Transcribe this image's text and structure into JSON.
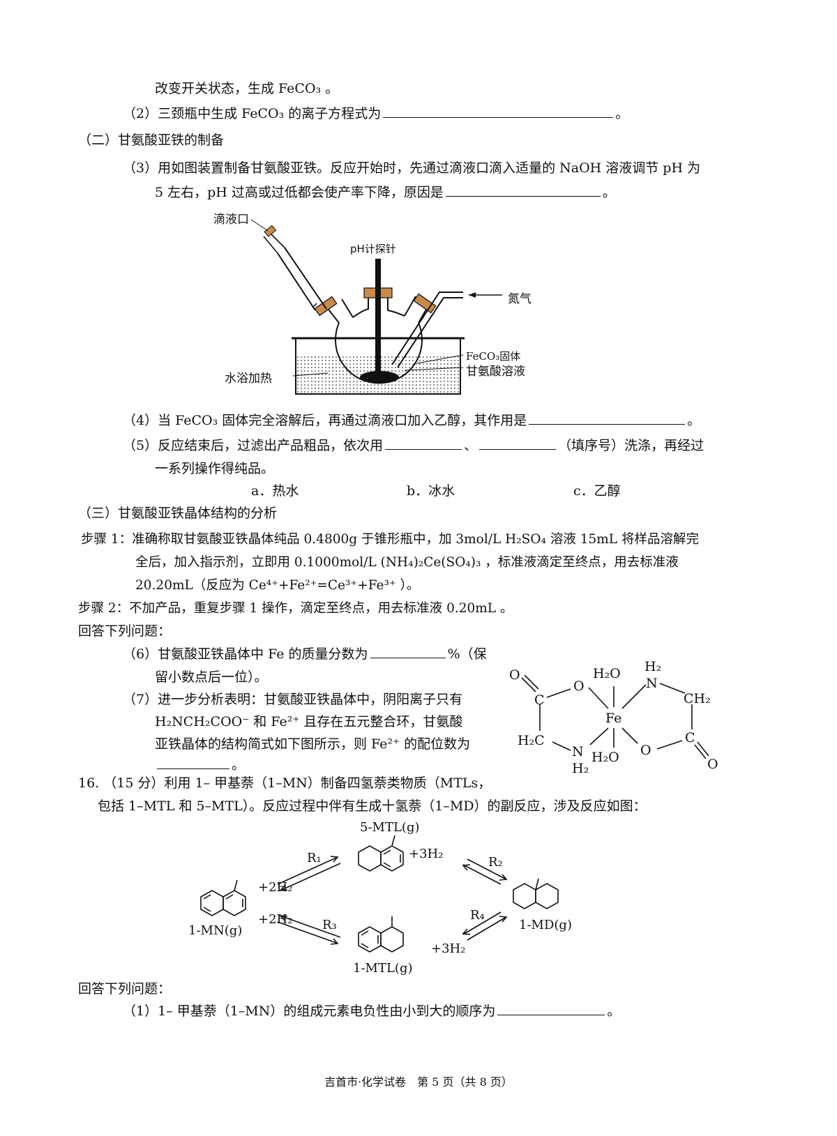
{
  "q15": {
    "l_cont": "改变开关状态，生成 FeCO₃ 。",
    "q2": "（2）三颈瓶中生成 FeCO₃ 的离子方程式为",
    "sec2": "（二）甘氨酸亚铁的制备",
    "q3_l1": "（3）用如图装置制备甘氨酸亚铁。反应开始时，先通过滴液口滴入适量的 NaOH 溶液调节 pH 为",
    "q3_l2": "5 左右，pH 过高或过低都会使产率下降，原因是",
    "fig1": {
      "drop_port": "滴液口",
      "ph_probe": "pH计探针",
      "nitrogen": "氮气",
      "solid": "FeCO₃固体",
      "glycine": "甘氨酸溶液",
      "water_bath": "水浴加热"
    },
    "q4": "（4）当 FeCO₃ 固体完全溶解后，再通过滴液口加入乙醇，其作用是",
    "q5_l1a": "（5）反应结束后，过滤出产品粗品，依次用",
    "q5_sep": "、",
    "q5_l1b": "（填序号）洗涤，再经过",
    "q5_l2": "一系列操作得纯品。",
    "opt_a": "a．热水",
    "opt_b": "b．冰水",
    "opt_c": "c．乙醇",
    "sec3": "（三）甘氨酸亚铁晶体结构的分析",
    "step1_l1": "步骤 1：准确称取甘氨酸亚铁晶体纯品 0.4800g 于锥形瓶中，加 3mol/L H₂SO₄ 溶液 15mL 将样品溶解完",
    "step1_l2": "全后，加入指示剂，立即用 0.1000mol/L (NH₄)₂Ce(SO₄)₃ ，标准液滴定至终点，用去标准液",
    "step1_l3": "20.20mL（反应为 Ce⁴⁺+Fe²⁺=Ce³⁺+Fe³⁺ ）。",
    "step2": "步骤 2：不加产品，重复步骤 1 操作，滴定至终点，用去标准液 0.20mL 。",
    "answer": "回答下列问题：",
    "q6_l1a": "（6）甘氨酸亚铁晶体中 Fe 的质量分数为",
    "q6_l1b": "%（保",
    "q6_l2": "留小数点后一位）。",
    "q7_l1": "（7）进一步分析表明：甘氨酸亚铁晶体中，阴阳离子只有",
    "q7_l2": "H₂NCH₂COO⁻ 和 Fe²⁺ 且存在五元整合环，甘氨酸",
    "q7_l3": "亚铁晶体的结构简式如下图所示，则 Fe²⁺ 的配位数为",
    "q7_l4": "。",
    "struct": {
      "fe": "Fe",
      "o": "O",
      "h2o": "H₂O",
      "n": "N",
      "h2": "H₂",
      "ch2": "CH₂",
      "h2c": "H₂C",
      "c": "C"
    }
  },
  "q16": {
    "l1": "16. （15 分）利用 1– 甲基萘（1–MN）制备四氢萘类物质（MTLs，",
    "l2": "包括 1–MTL 和 5–MTL）。反应过程中伴有生成十氢萘（1–MD）的副反应，涉及反应如图：",
    "scheme": {
      "mtl5": "5-MTL(g)",
      "mn": "1-MN(g)",
      "md": "1-MD(g)",
      "mtl1": "1-MTL(g)",
      "h2_2a": "+2H₂",
      "h2_2b": "+2H₂",
      "h2_3a": "+3H₂",
      "h2_3b": "+3H₂",
      "r1": "R₁",
      "r2": "R₂",
      "r3": "R₃",
      "r4": "R₄"
    },
    "answer": "回答下列问题：",
    "q1": "（1）1– 甲基萘（1–MN）的组成元素电负性由小到大的顺序为",
    "q1_end": "。"
  },
  "footer": "吉首市·化学试卷　第 5 页（共 8 页）"
}
